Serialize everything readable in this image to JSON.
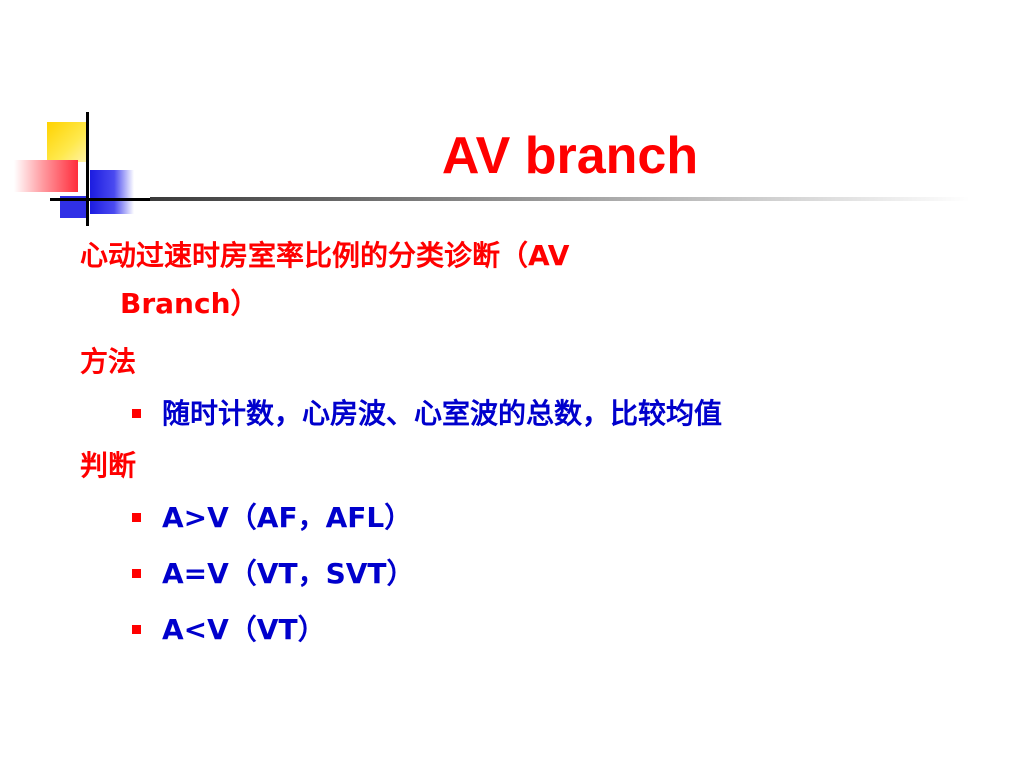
{
  "slide": {
    "title": "AV branch",
    "intro_line1": "心动过速时房室率比例的分类诊断（AV",
    "intro_line2": "Branch）",
    "method_heading": "方法",
    "method_items": [
      "随时计数，心房波、心室波的总数，比较均值"
    ],
    "judgement_heading": "判断",
    "judgement_items": [
      "A>V（AF，AFL）",
      "A=V（VT，SVT）",
      "A<V（VT）"
    ]
  },
  "colors": {
    "title": "#ff0000",
    "heading": "#ff0000",
    "item_text": "#0000cc",
    "bullet": "#ff0000"
  },
  "icons": {
    "bullet": "red-square-bullet-icon",
    "logo": "color-blocks-logo-icon"
  }
}
